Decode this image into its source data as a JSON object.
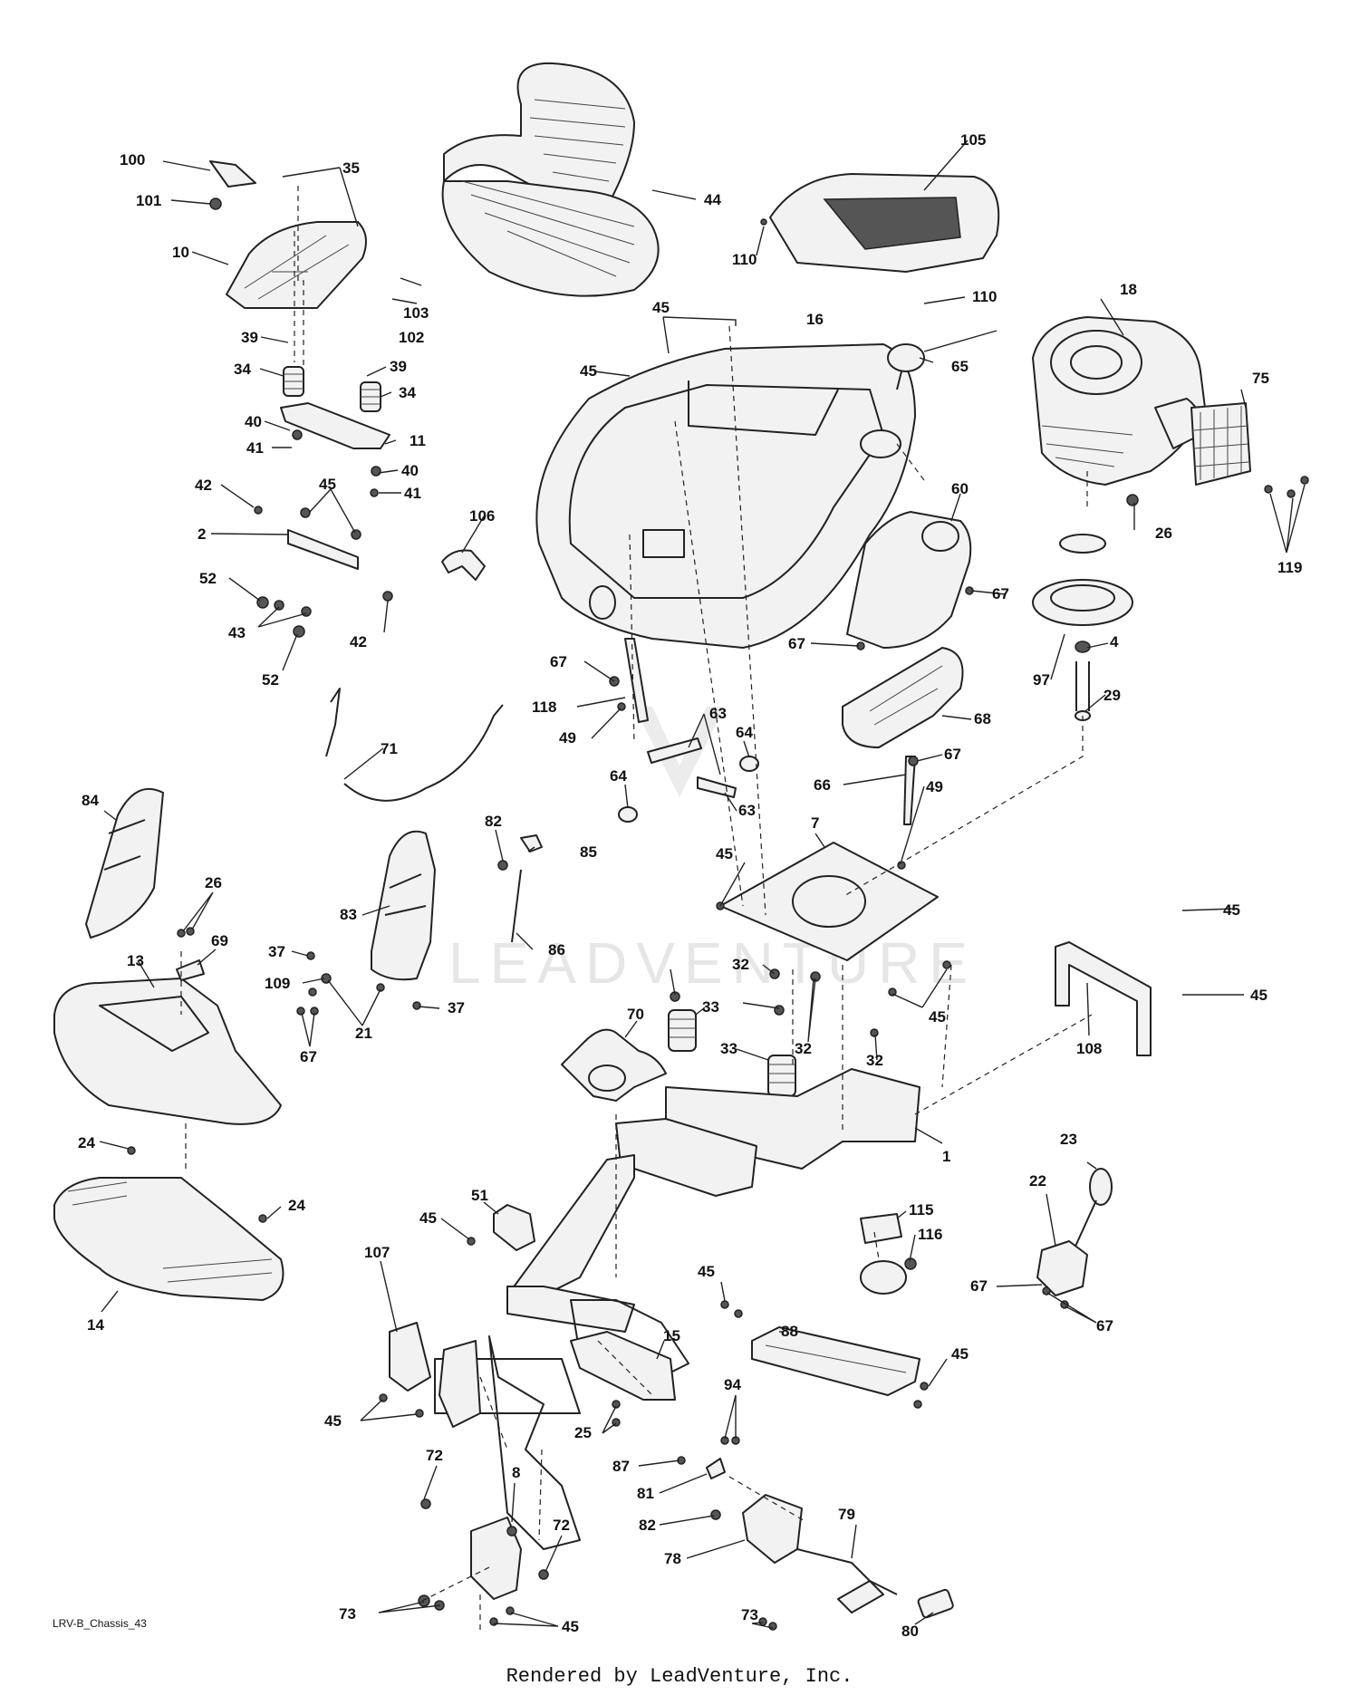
{
  "callouts": [
    "100",
    "101",
    "35",
    "10",
    "103",
    "102",
    "39",
    "34",
    "39",
    "34",
    "40",
    "41",
    "11",
    "40",
    "41",
    "42",
    "45",
    "2",
    "52",
    "43",
    "42",
    "52",
    "44",
    "105",
    "110",
    "110",
    "45",
    "16",
    "45",
    "65",
    "18",
    "75",
    "60",
    "26",
    "119",
    "67",
    "67",
    "97",
    "4",
    "29",
    "106",
    "67",
    "118",
    "49",
    "63",
    "64",
    "64",
    "63",
    "71",
    "68",
    "67",
    "66",
    "49",
    "84",
    "26",
    "69",
    "13",
    "83",
    "82",
    "85",
    "86",
    "37",
    "109",
    "21",
    "37",
    "67",
    "45",
    "7",
    "45",
    "45",
    "32",
    "33",
    "32",
    "32",
    "45",
    "70",
    "33",
    "1",
    "108",
    "24",
    "24",
    "14",
    "51",
    "45",
    "107",
    "45",
    "25",
    "15",
    "115",
    "116",
    "23",
    "22",
    "67",
    "67",
    "88",
    "45",
    "45",
    "94",
    "87",
    "81",
    "82",
    "78",
    "79",
    "72",
    "8",
    "72",
    "73",
    "45",
    "73",
    "80"
  ],
  "diagram_code": "LRV-B_Chassis_43",
  "render_credit": "Rendered by LeadVenture, Inc.",
  "watermark": "LEADVENTURE"
}
